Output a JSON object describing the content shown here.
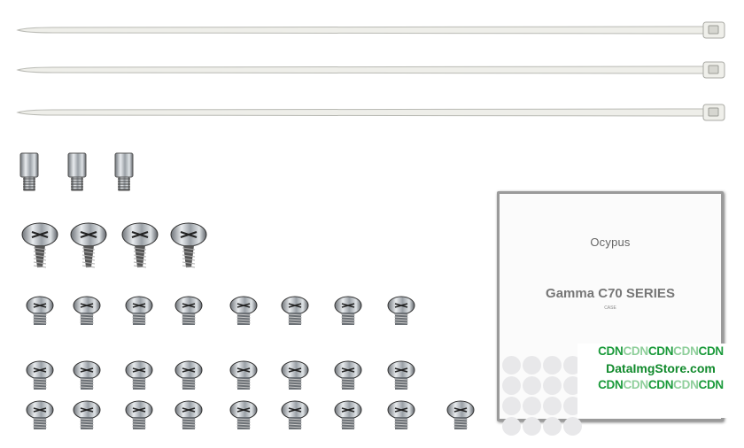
{
  "manual": {
    "brand": "Ocypus",
    "title": "Gamma C70 SERIES",
    "subtitle": "CASE"
  },
  "watermark": {
    "line1": "CDNCDNCDNCDNCDN",
    "line2": "DataImgStore.com",
    "line3": "CDNCDNCDNCDNCDN"
  },
  "counts": {
    "cable_ties": 3,
    "standoffs": 3,
    "large_screws": 4,
    "small_screws": 25
  }
}
